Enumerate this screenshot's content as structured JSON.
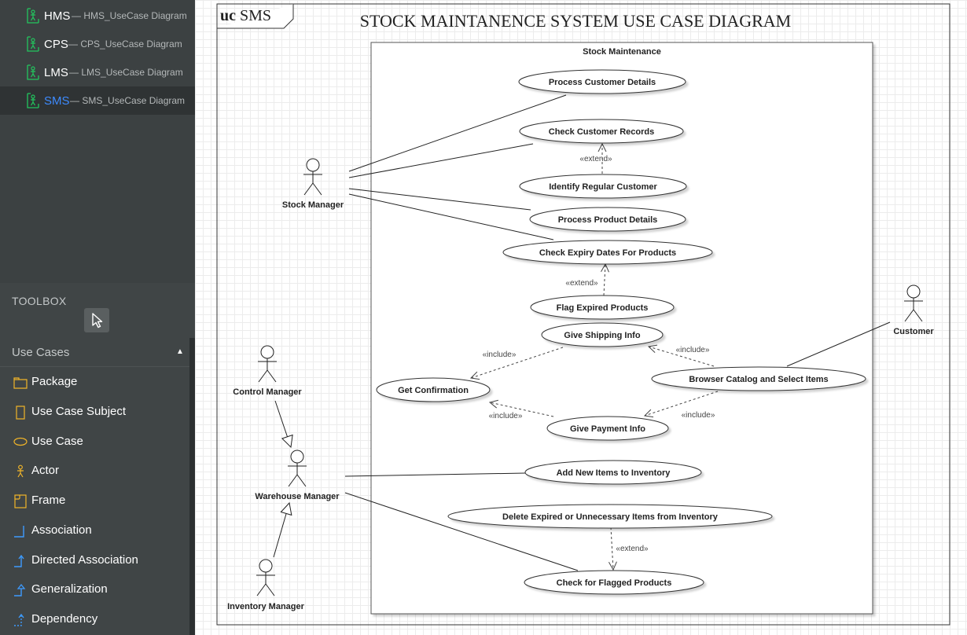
{
  "diagrams": [
    {
      "code": "HMS",
      "name": "HMS_UseCase Diagram",
      "active": false
    },
    {
      "code": "CPS",
      "name": "CPS_UseCase Diagram",
      "active": false
    },
    {
      "code": "LMS",
      "name": "LMS_UseCase Diagram",
      "active": false
    },
    {
      "code": "SMS",
      "name": "SMS_UseCase Diagram",
      "active": true
    }
  ],
  "toolbox": {
    "title": "TOOLBOX",
    "section": "Use Cases",
    "tools": [
      {
        "label": "Package",
        "icon": "package-icon"
      },
      {
        "label": "Use Case Subject",
        "icon": "use-case-subject-icon"
      },
      {
        "label": "Use Case",
        "icon": "use-case-icon"
      },
      {
        "label": "Actor",
        "icon": "actor-icon"
      },
      {
        "label": "Frame",
        "icon": "frame-icon"
      },
      {
        "label": "Association",
        "icon": "association-icon"
      },
      {
        "label": "Directed Association",
        "icon": "directed-association-icon"
      },
      {
        "label": "Generalization",
        "icon": "generalization-icon"
      },
      {
        "label": "Dependency",
        "icon": "dependency-icon"
      }
    ]
  },
  "diagram": {
    "frame_kind": "uc",
    "frame_name": "SMS",
    "title": "STOCK MAINTANENCE SYSTEM USE CASE DIAGRAM",
    "subject": "Stock Maintenance",
    "actors": {
      "stock_manager": "Stock Manager",
      "customer": "Customer",
      "control_manager": "Control Manager",
      "warehouse_manager": "Warehouse Manager",
      "inventory_manager": "Inventory Manager"
    },
    "use_cases": {
      "process_customer": "Process Customer Details",
      "check_records": "Check Customer Records",
      "identify_regular": "Identify Regular Customer",
      "process_product": "Process Product Details",
      "check_expiry": "Check Expiry Dates For Products",
      "flag_expired": "Flag Expired Products",
      "give_shipping": "Give Shipping Info",
      "get_confirmation": "Get Confirmation",
      "browse_catalog": "Browser Catalog and Select Items",
      "give_payment": "Give Payment Info",
      "add_items": "Add New Items to Inventory",
      "delete_items": "Delete Expired or Unnecessary Items from Inventory",
      "check_flagged": "Check for Flagged Products"
    },
    "stereotypes": {
      "extend": "«extend»",
      "include": "«include»"
    }
  }
}
